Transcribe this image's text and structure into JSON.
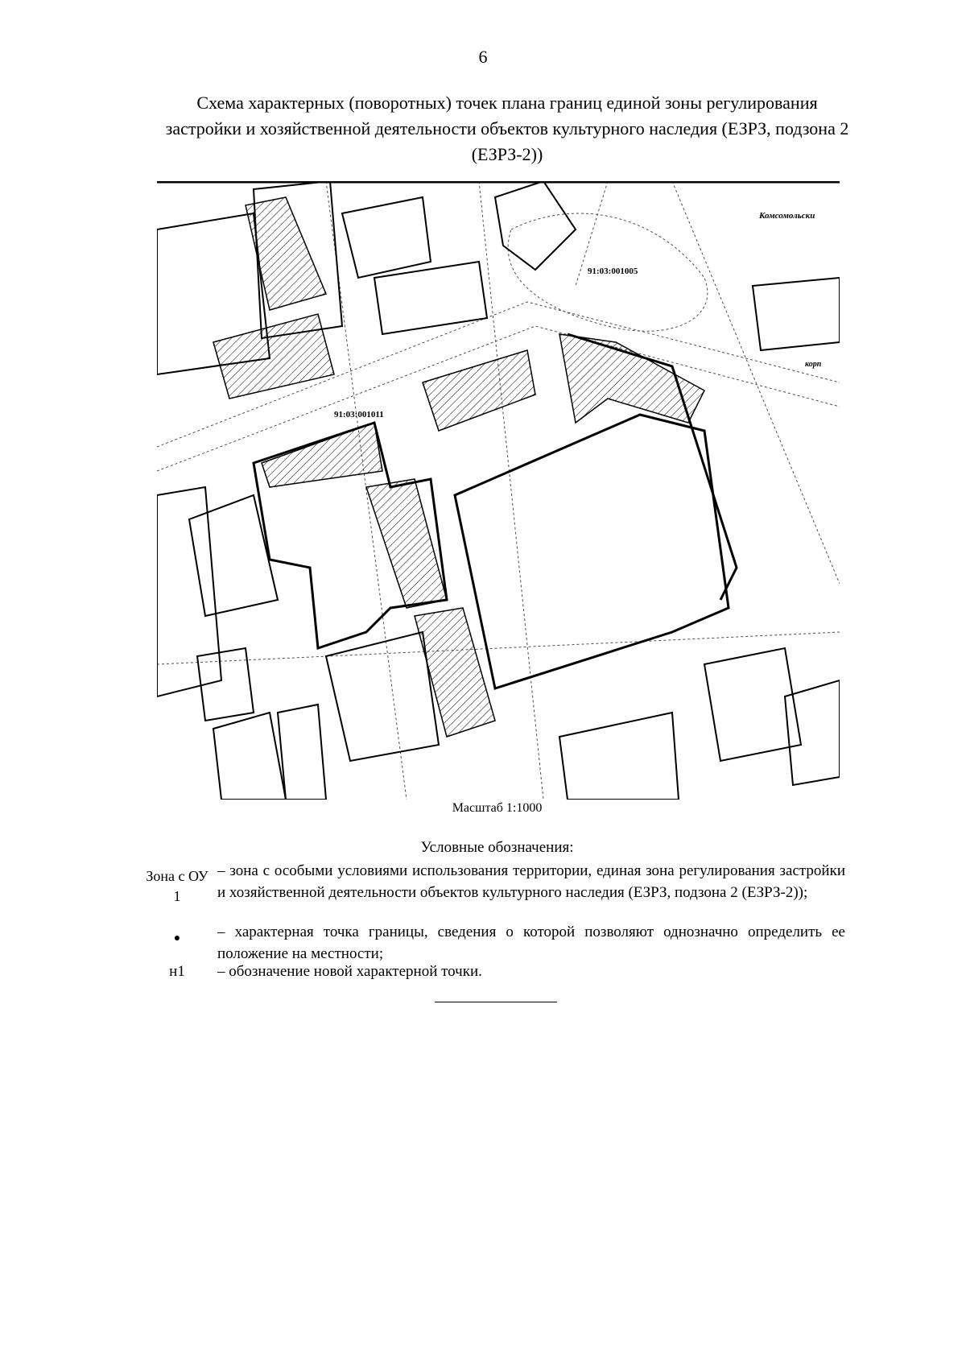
{
  "page_number": "6",
  "title": "Схема характерных (поворотных) точек плана границ единой зоны регулирования застройки и хозяйственной деятельности объектов культурного наследия (ЕЗРЗ, подзона 2 (ЕЗРЗ-2))",
  "map": {
    "labels": {
      "cadastral_1": "91:03:001005",
      "cadastral_2": "91:03:001011",
      "street": "Комсомольски",
      "korp": "корп"
    }
  },
  "scale": "Масштаб 1:1000",
  "legend": {
    "title": "Условные обозначения:",
    "items": [
      {
        "symbol": "Зона с ОУ 1",
        "text": "– зона с особыми условиями использования территории, единая зона регулирования застройки и хозяйственной деятельности объектов культурного наследия (ЕЗРЗ, подзона 2 (ЕЗРЗ-2));"
      },
      {
        "symbol": "●",
        "text": "– характерная точка границы, сведения о которой позволяют однозначно определить ее положение на местности;"
      },
      {
        "symbol": "н1",
        "text": "– обозначение новой характерной точки."
      }
    ]
  }
}
